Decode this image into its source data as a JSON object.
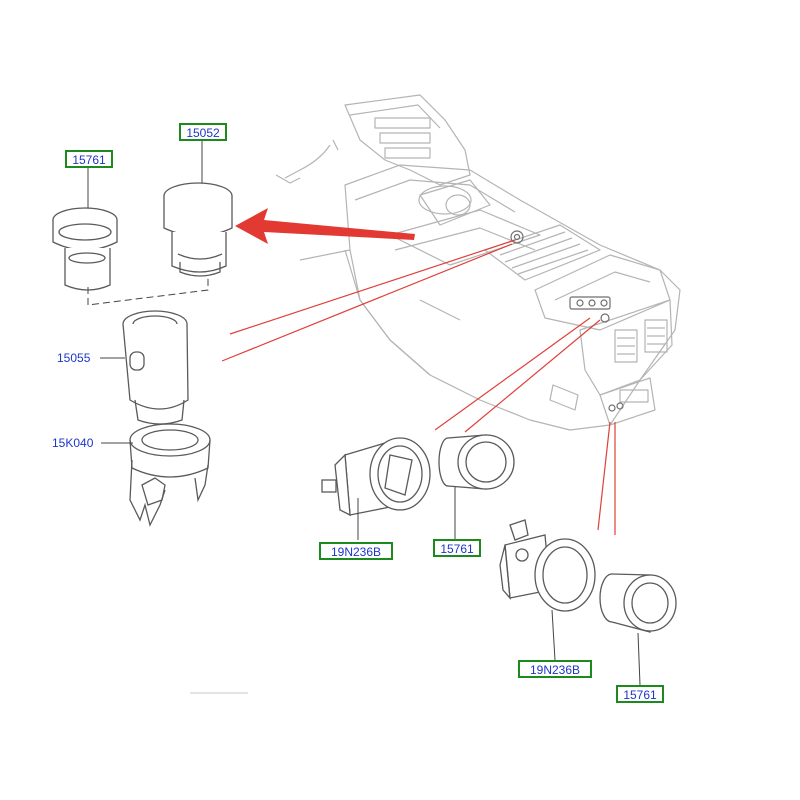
{
  "diagram": {
    "callouts_boxed": [
      {
        "id": "c1",
        "text": "15761"
      },
      {
        "id": "c2",
        "text": "15052"
      },
      {
        "id": "c3",
        "text": "19N236B"
      },
      {
        "id": "c4",
        "text": "15761"
      },
      {
        "id": "c5",
        "text": "19N236B"
      },
      {
        "id": "c6",
        "text": "15761"
      }
    ],
    "labels_plain": [
      {
        "id": "p1",
        "text": "15055"
      },
      {
        "id": "p2",
        "text": "15K040"
      }
    ],
    "colors": {
      "line_art": "#5a5a5a",
      "console_art": "#b4b4b4",
      "callout_text": "#1f35c8",
      "callout_border": "#1d8a1d",
      "leader_line": "#e0403a",
      "arrow_fill": "#e23a32"
    }
  }
}
